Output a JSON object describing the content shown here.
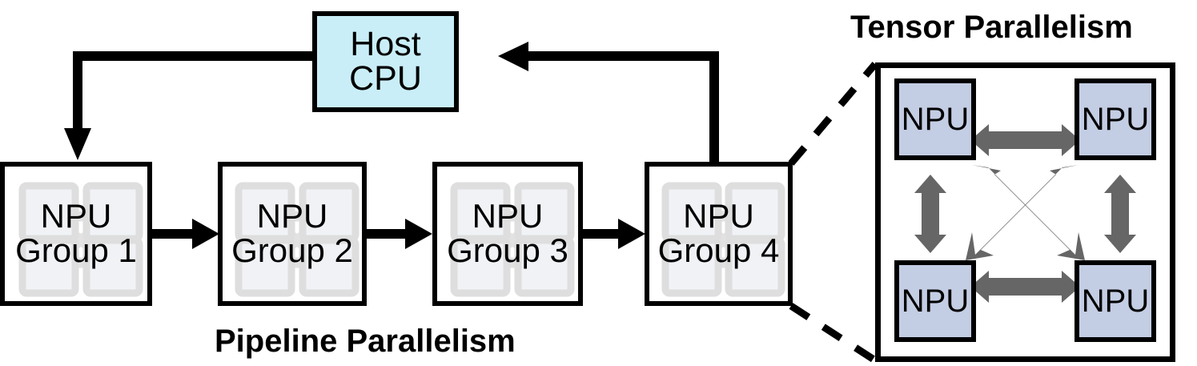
{
  "diagram": {
    "title_pipeline": "Pipeline Parallelism",
    "title_tensor": "Tensor Parallelism",
    "colors": {
      "host_fill": "#c9eef8",
      "npu_fill": "#c3cde3",
      "arrow_gray": "#666666",
      "outline": "#000000",
      "ghost_fill": "#f0f2f6",
      "ghost_border": "#dedede",
      "ghost_arrow": "#e2e2e2",
      "background": "#ffffff"
    }
  },
  "host": {
    "label_line1": "Host",
    "label_line2": "CPU"
  },
  "pipeline": {
    "groups": [
      {
        "line1": "NPU",
        "line2": "Group 1"
      },
      {
        "line1": "NPU",
        "line2": "Group 2"
      },
      {
        "line1": "NPU",
        "line2": "Group 3"
      },
      {
        "line1": "NPU",
        "line2": "Group 4"
      }
    ],
    "flow_arrows": [
      {
        "from": "host-cpu",
        "to": "npu-group-1",
        "direction": "down-left-loop"
      },
      {
        "from": "npu-group-1",
        "to": "npu-group-2",
        "direction": "right"
      },
      {
        "from": "npu-group-2",
        "to": "npu-group-3",
        "direction": "right"
      },
      {
        "from": "npu-group-3",
        "to": "npu-group-4",
        "direction": "right"
      },
      {
        "from": "npu-group-4",
        "to": "host-cpu",
        "direction": "up-left-loop"
      }
    ]
  },
  "tensor": {
    "cells": [
      {
        "label": "NPU",
        "position": "top-left"
      },
      {
        "label": "NPU",
        "position": "top-right"
      },
      {
        "label": "NPU",
        "position": "bottom-left"
      },
      {
        "label": "NPU",
        "position": "bottom-right"
      }
    ],
    "links": [
      {
        "between": [
          "top-left",
          "top-right"
        ],
        "kind": "bidirectional-horizontal"
      },
      {
        "between": [
          "bottom-left",
          "bottom-right"
        ],
        "kind": "bidirectional-horizontal"
      },
      {
        "between": [
          "top-left",
          "bottom-left"
        ],
        "kind": "bidirectional-vertical"
      },
      {
        "between": [
          "top-right",
          "bottom-right"
        ],
        "kind": "bidirectional-vertical"
      },
      {
        "between": [
          "top-left",
          "bottom-right"
        ],
        "kind": "bidirectional-diagonal"
      },
      {
        "between": [
          "top-right",
          "bottom-left"
        ],
        "kind": "bidirectional-diagonal"
      }
    ]
  },
  "callout": {
    "source": "npu-group-4",
    "target": "tensor-parallelism-panel",
    "style": "dashed",
    "lines": 2
  }
}
